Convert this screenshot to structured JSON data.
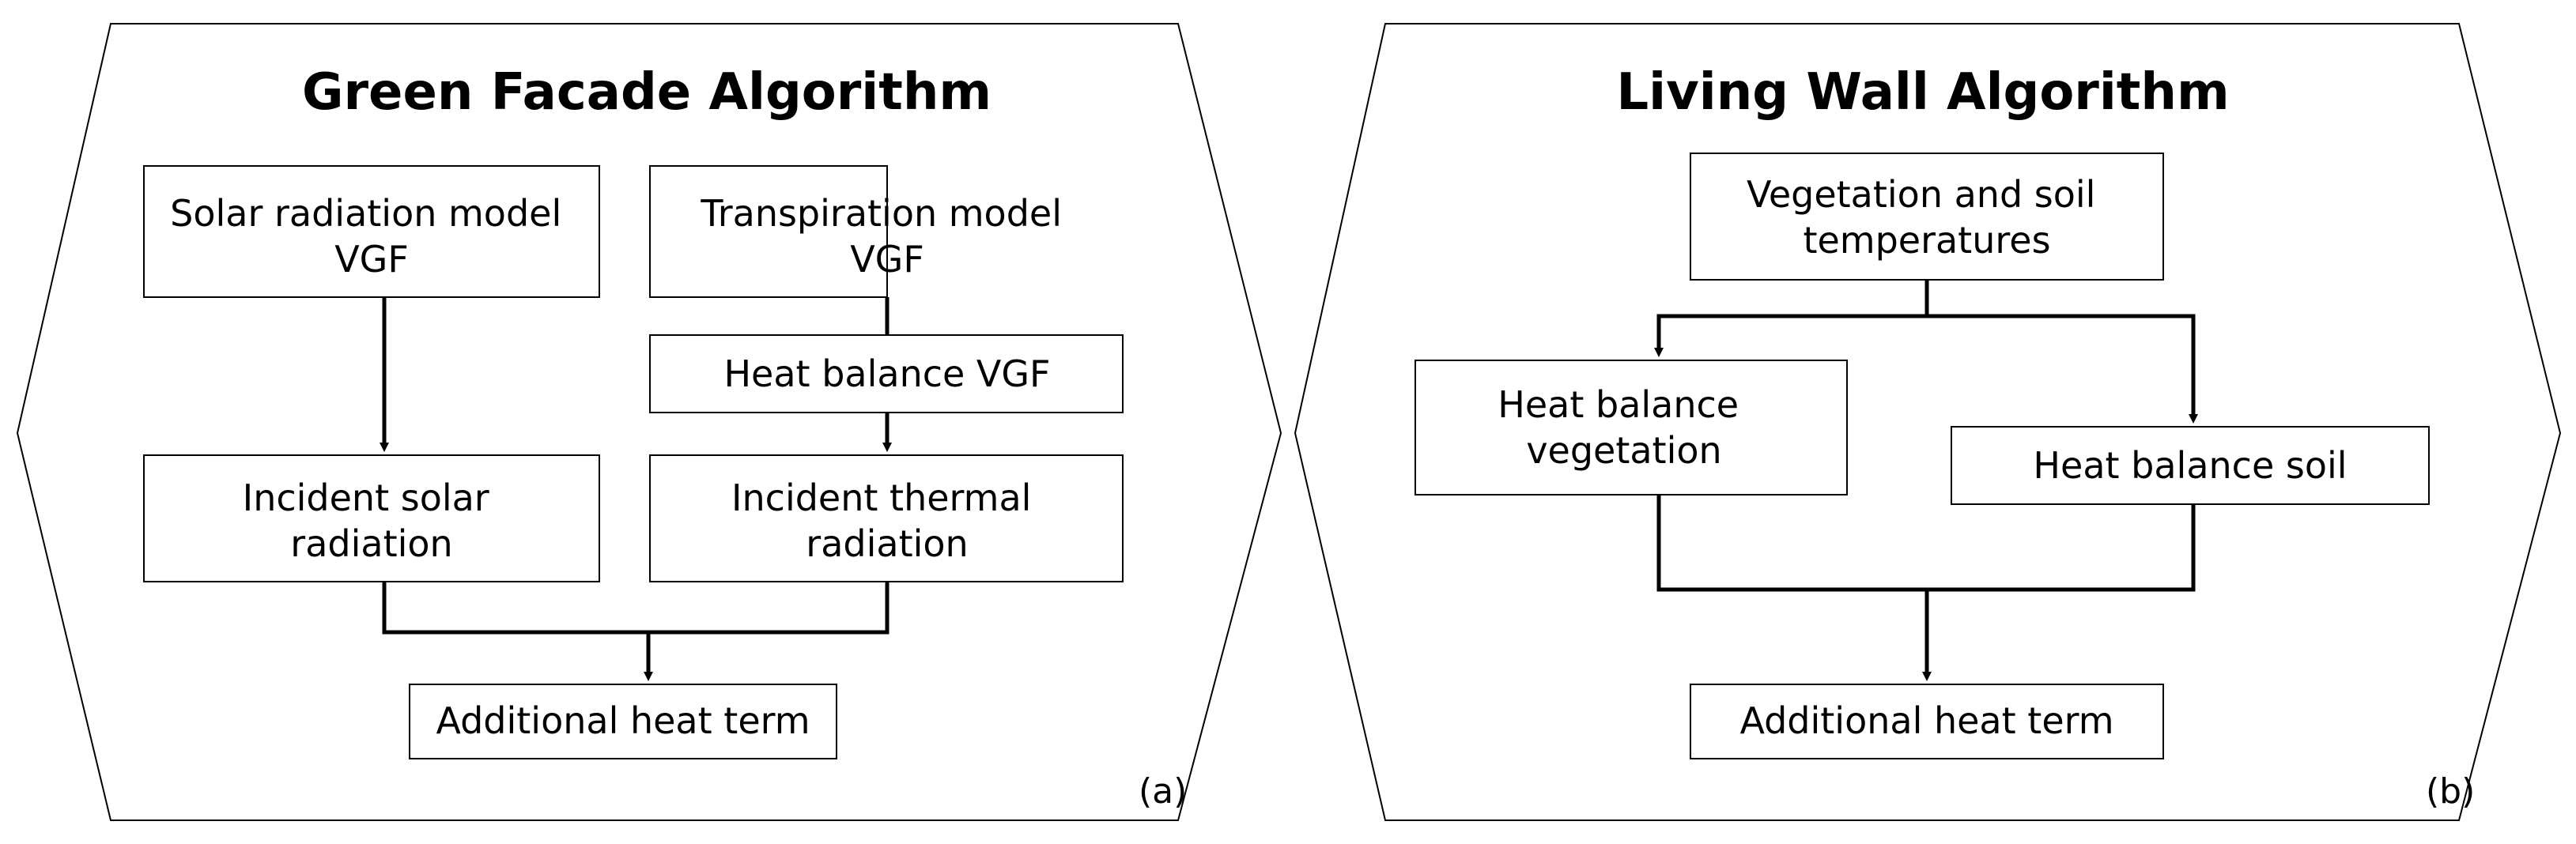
{
  "panel_a": {
    "title": "Green Facade Algorithm",
    "label": "(a)",
    "solar_model": [
      "Solar radiation model",
      "VGF"
    ],
    "transpiration_model": [
      "Transpiration model",
      "VGF"
    ],
    "heat_balance": [
      "Heat balance VGF"
    ],
    "incident_solar": [
      "Incident solar",
      "radiation"
    ],
    "incident_thermal": [
      "Incident thermal",
      "radiation"
    ],
    "additional_heat": [
      "Additional heat term"
    ]
  },
  "panel_b": {
    "title": "Living Wall Algorithm",
    "label": "(b)",
    "temperatures": [
      "Vegetation and soil",
      "temperatures"
    ],
    "heat_balance_vegetation": [
      "Heat balance",
      "vegetation"
    ],
    "heat_balance_soil": [
      "Heat balance soil"
    ],
    "additional_heat": [
      "Additional heat term"
    ]
  },
  "colors": {
    "stroke": "#000000",
    "fill": "#ffffff",
    "text": "#000000"
  }
}
